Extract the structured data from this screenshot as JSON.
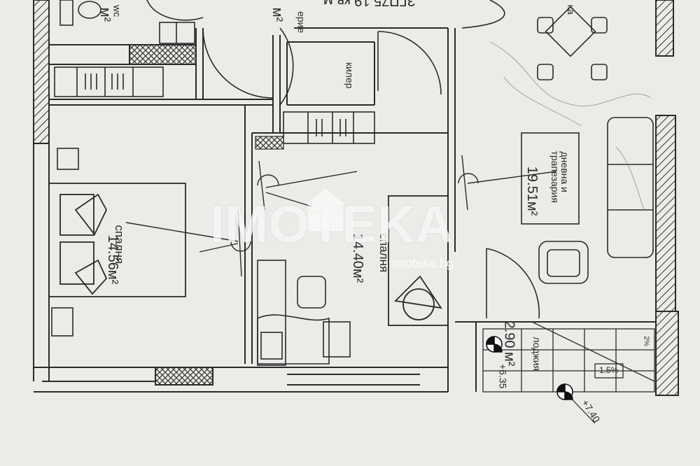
{
  "rooms": {
    "bedroom_left": {
      "label": "спалня",
      "area": "14.56м²"
    },
    "bedroom_mid": {
      "label": "спалня",
      "area": "14.40м²"
    },
    "living": {
      "label_line1": "дневна и",
      "label_line2": "трапезария",
      "area": "19.51м²"
    },
    "pantry": {
      "label": "килер"
    },
    "loggia": {
      "label": "лоджия",
      "area": "2.90 м²"
    },
    "wc": {
      "label": "wc",
      "area": "м²"
    },
    "top_partial": {
      "label": "ерие",
      "area": "м²"
    },
    "top_right_partial": {
      "label": "ка"
    }
  },
  "header_partial": "ЗГП75.19 кв.м",
  "levels": {
    "level1": "+6.35",
    "level2": "+7.40"
  },
  "slopes": {
    "slope1": "1.5%",
    "slope2": "2%"
  },
  "watermark": {
    "brand": "IMOTEKA",
    "url": "imoteka.bg"
  }
}
